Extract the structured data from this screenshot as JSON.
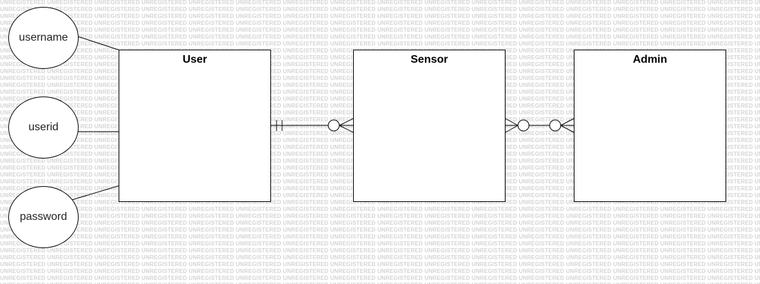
{
  "diagram": {
    "watermark_text": "UNREGISTERED",
    "entities": {
      "user": {
        "title": "User"
      },
      "sensor": {
        "title": "Sensor"
      },
      "admin": {
        "title": "Admin"
      }
    },
    "attributes": {
      "username": {
        "label": "username"
      },
      "userid": {
        "label": "userid"
      },
      "password": {
        "label": "password"
      }
    },
    "relationships": [
      {
        "from": "User",
        "to": "Sensor",
        "from_cardinality": "one-and-only-one",
        "to_cardinality": "zero-or-many"
      },
      {
        "from": "Sensor",
        "to": "Admin",
        "from_cardinality": "zero-or-many",
        "to_cardinality": "zero-or-many"
      }
    ],
    "colors": {
      "line": "#000000",
      "watermark": "#d4d4d4",
      "background": "#ffffff"
    }
  }
}
